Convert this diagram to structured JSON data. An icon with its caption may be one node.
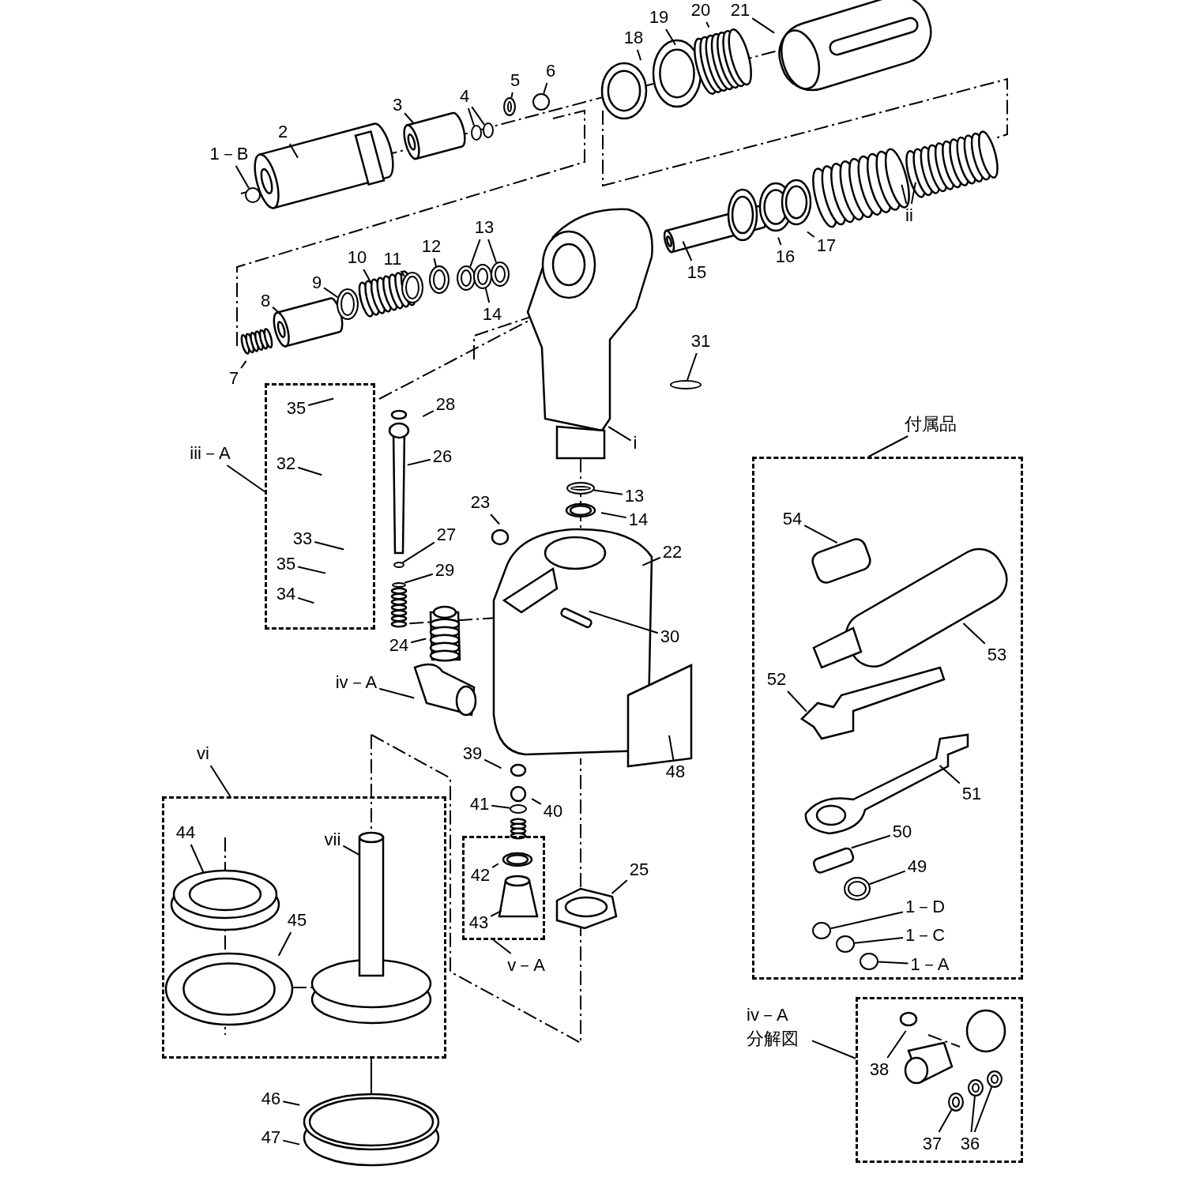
{
  "diagram": {
    "nodes": [
      {
        "text": [
          "1－B"
        ]
      },
      {
        "text": [
          "2"
        ]
      },
      {
        "text": [
          "3"
        ]
      },
      {
        "text": [
          "4"
        ]
      },
      {
        "text": [
          "5"
        ]
      },
      {
        "text": [
          "6"
        ]
      },
      {
        "text": [
          "18"
        ]
      },
      {
        "text": [
          "19"
        ]
      },
      {
        "text": [
          "20"
        ]
      },
      {
        "text": [
          "21"
        ]
      },
      {
        "text": [
          "ii"
        ]
      },
      {
        "text": [
          "13"
        ]
      },
      {
        "text": [
          "12"
        ]
      },
      {
        "text": [
          "11"
        ]
      },
      {
        "text": [
          "10"
        ]
      },
      {
        "text": [
          "9"
        ]
      },
      {
        "text": [
          "8"
        ]
      },
      {
        "text": [
          "14"
        ]
      },
      {
        "text": [
          "15"
        ]
      },
      {
        "text": [
          "16"
        ]
      },
      {
        "text": [
          "17"
        ]
      },
      {
        "text": [
          "7"
        ]
      },
      {
        "text": [
          "31"
        ]
      },
      {
        "text": [
          "付属品"
        ]
      },
      {
        "text": [],
        "shape": "box"
      },
      {
        "text": [
          "i"
        ]
      },
      {
        "text": [
          "iii－A"
        ]
      },
      {
        "text": [],
        "shape": "box"
      },
      {
        "text": [
          "35"
        ],
        "in": 27
      },
      {
        "text": [
          "32"
        ],
        "in": 27
      },
      {
        "text": [
          "33"
        ],
        "in": 27
      },
      {
        "text": [
          "35"
        ],
        "in": 27
      },
      {
        "text": [
          "34"
        ],
        "in": 27
      },
      {
        "text": [
          "28"
        ]
      },
      {
        "text": [
          "26"
        ]
      },
      {
        "text": [
          "54"
        ],
        "in": 24
      },
      {
        "text": [
          "13"
        ]
      },
      {
        "text": [
          "14"
        ]
      },
      {
        "text": [
          "23"
        ]
      },
      {
        "text": [
          "27"
        ]
      },
      {
        "text": [
          "29"
        ]
      },
      {
        "text": [
          "22"
        ]
      },
      {
        "text": [
          "30"
        ]
      },
      {
        "text": [
          "24"
        ]
      },
      {
        "text": [
          "53"
        ],
        "in": 24
      },
      {
        "text": [
          "52"
        ],
        "in": 24
      },
      {
        "text": [
          "iv－A"
        ]
      },
      {
        "text": [
          "48"
        ]
      },
      {
        "text": [
          "vi"
        ]
      },
      {
        "text": [],
        "shape": "box"
      },
      {
        "text": [
          "39"
        ]
      },
      {
        "text": [
          "40"
        ]
      },
      {
        "text": [
          "41"
        ]
      },
      {
        "text": [
          "51"
        ],
        "in": 24
      },
      {
        "text": [
          "50"
        ],
        "in": 24
      },
      {
        "text": [
          "44"
        ],
        "in": 49
      },
      {
        "text": [
          "vii"
        ],
        "in": 49
      },
      {
        "text": [],
        "shape": "box"
      },
      {
        "text": [
          "42"
        ],
        "in": 57
      },
      {
        "text": [
          "43"
        ],
        "in": 57
      },
      {
        "text": [
          "25"
        ]
      },
      {
        "text": [
          "45"
        ],
        "in": 49
      },
      {
        "text": [
          "49"
        ],
        "in": 24
      },
      {
        "text": [
          "1－D"
        ],
        "in": 24
      },
      {
        "text": [
          "1－C"
        ],
        "in": 24
      },
      {
        "text": [
          "1－A"
        ],
        "in": 24
      },
      {
        "text": [
          "v－A"
        ]
      },
      {
        "text": [
          "iv－A 分解図"
        ]
      },
      {
        "text": [],
        "shape": "box"
      },
      {
        "text": [
          "38"
        ],
        "in": 68
      },
      {
        "text": [
          "46"
        ]
      },
      {
        "text": [
          "47"
        ]
      },
      {
        "text": [
          "37"
        ],
        "in": 68
      },
      {
        "text": [
          "36"
        ],
        "in": 68
      },
      {
        "text": [],
        "shape": "circle"
      },
      {
        "text": [],
        "shape": "circle"
      },
      {
        "text": [],
        "shape": "circle"
      },
      {
        "text": [],
        "shape": "circle"
      },
      {
        "text": [],
        "shape": "circle"
      },
      {
        "text": [],
        "shape": "circle"
      },
      {
        "text": [],
        "shape": "circle"
      },
      {
        "text": [],
        "shape": "circle"
      },
      {
        "text": [],
        "shape": "circle"
      },
      {
        "text": [],
        "shape": "circle"
      },
      {
        "text": [],
        "shape": "circle"
      },
      {
        "text": [],
        "shape": "circle"
      },
      {
        "text": [],
        "shape": "circle"
      },
      {
        "text": [],
        "shape": "circle"
      },
      {
        "text": [],
        "shape": "circle"
      },
      {
        "text": [],
        "shape": "circle"
      },
      {
        "text": [],
        "shape": "circle",
        "in": 24
      },
      {
        "text": [],
        "shape": "circle",
        "in": 24
      },
      {
        "text": [],
        "shape": "circle",
        "in": 24
      },
      {
        "text": [],
        "shape": "circle",
        "in": 24
      },
      {
        "text": [],
        "shape": "circle",
        "in": 68
      },
      {
        "text": [],
        "shape": "circle",
        "in": 68
      },
      {
        "text": [],
        "shape": "circle",
        "in": 68
      }
    ],
    "edges": [
      {
        "from": 0,
        "to": 74,
        "arrow": "none"
      },
      {
        "from": 1,
        "to": null,
        "arrow": "none"
      },
      {
        "from": 2,
        "to": null,
        "arrow": "none"
      },
      {
        "from": 3,
        "to": 75,
        "arrow": "none"
      },
      {
        "from": 3,
        "to": 76,
        "arrow": "none"
      },
      {
        "from": 4,
        "to": 77,
        "arrow": "none"
      },
      {
        "from": 5,
        "to": 78,
        "arrow": "none"
      },
      {
        "from": 6,
        "to": null,
        "arrow": "none"
      },
      {
        "from": 7,
        "to": null,
        "arrow": "none"
      },
      {
        "from": 8,
        "to": null,
        "arrow": "none"
      },
      {
        "from": 9,
        "to": null,
        "arrow": "none"
      },
      {
        "from": 10,
        "to": null,
        "arrow": "none"
      },
      {
        "from": 10,
        "to": null,
        "arrow": "none"
      },
      {
        "from": 11,
        "to": 79,
        "arrow": "none"
      },
      {
        "from": 11,
        "to": 80,
        "arrow": "none"
      },
      {
        "from": 12,
        "to": 81,
        "arrow": "none"
      },
      {
        "from": 13,
        "to": 82,
        "arrow": "none"
      },
      {
        "from": 14,
        "to": null,
        "arrow": "none"
      },
      {
        "from": 15,
        "to": 83,
        "arrow": "none"
      },
      {
        "from": 16,
        "to": null,
        "arrow": "none"
      },
      {
        "from": 17,
        "to": 84,
        "arrow": "none"
      },
      {
        "from": 18,
        "to": null,
        "arrow": "none"
      },
      {
        "from": 19,
        "to": null,
        "arrow": "none"
      },
      {
        "from": 20,
        "to": null,
        "arrow": "none"
      },
      {
        "from": 21,
        "to": null,
        "arrow": "none"
      },
      {
        "from": 22,
        "to": 85,
        "arrow": "none"
      },
      {
        "from": 23,
        "to": 24,
        "arrow": "none"
      },
      {
        "from": 25,
        "to": null,
        "arrow": "none"
      },
      {
        "from": 26,
        "to": 27,
        "arrow": "none"
      },
      {
        "from": 28,
        "to": null,
        "arrow": "none"
      },
      {
        "from": 29,
        "to": null,
        "arrow": "none"
      },
      {
        "from": 30,
        "to": null,
        "arrow": "none"
      },
      {
        "from": 31,
        "to": null,
        "arrow": "none"
      },
      {
        "from": 32,
        "to": null,
        "arrow": "none"
      },
      {
        "from": 33,
        "to": null,
        "arrow": "none"
      },
      {
        "from": 34,
        "to": null,
        "arrow": "none"
      },
      {
        "from": 35,
        "to": null,
        "arrow": "none"
      },
      {
        "from": 36,
        "to": 86,
        "arrow": "none"
      },
      {
        "from": 37,
        "to": null,
        "arrow": "none"
      },
      {
        "from": 38,
        "to": null,
        "arrow": "none"
      },
      {
        "from": 39,
        "to": 87,
        "arrow": "none"
      },
      {
        "from": 40,
        "to": 88,
        "arrow": "none"
      },
      {
        "from": 41,
        "to": null,
        "arrow": "none"
      },
      {
        "from": 42,
        "to": null,
        "arrow": "none"
      },
      {
        "from": 43,
        "to": null,
        "arrow": "none"
      },
      {
        "from": 44,
        "to": null,
        "arrow": "none"
      },
      {
        "from": 45,
        "to": null,
        "arrow": "none"
      },
      {
        "from": 46,
        "to": null,
        "arrow": "none"
      },
      {
        "from": 47,
        "to": null,
        "arrow": "none"
      },
      {
        "from": 48,
        "to": 49,
        "arrow": "none"
      },
      {
        "from": 50,
        "to": null,
        "arrow": "none"
      },
      {
        "from": 51,
        "to": null,
        "arrow": "none"
      },
      {
        "from": 52,
        "to": 89,
        "arrow": "none"
      },
      {
        "from": 53,
        "to": null,
        "arrow": "none"
      },
      {
        "from": 54,
        "to": null,
        "arrow": "none"
      },
      {
        "from": 55,
        "to": null,
        "arrow": "none"
      },
      {
        "from": 56,
        "to": null,
        "arrow": "none"
      },
      {
        "from": 58,
        "to": null,
        "arrow": "none"
      },
      {
        "from": 59,
        "to": null,
        "arrow": "none"
      },
      {
        "from": 60,
        "to": null,
        "arrow": "none"
      },
      {
        "from": 61,
        "to": null,
        "arrow": "none"
      },
      {
        "from": 62,
        "to": 90,
        "arrow": "none"
      },
      {
        "from": 63,
        "to": 91,
        "arrow": "none"
      },
      {
        "from": 64,
        "to": 92,
        "arrow": "none"
      },
      {
        "from": 65,
        "to": 93,
        "arrow": "none"
      },
      {
        "from": 66,
        "to": 57,
        "arrow": "none"
      },
      {
        "from": 67,
        "to": 68,
        "arrow": "none"
      },
      {
        "from": 69,
        "to": null,
        "arrow": "none"
      },
      {
        "from": 70,
        "to": null,
        "arrow": "none"
      },
      {
        "from": 71,
        "to": null,
        "arrow": "none"
      },
      {
        "from": 72,
        "to": 94,
        "arrow": "none"
      },
      {
        "from": 73,
        "to": 95,
        "arrow": "none"
      },
      {
        "from": 73,
        "to": 96,
        "arrow": "none"
      }
    ]
  }
}
